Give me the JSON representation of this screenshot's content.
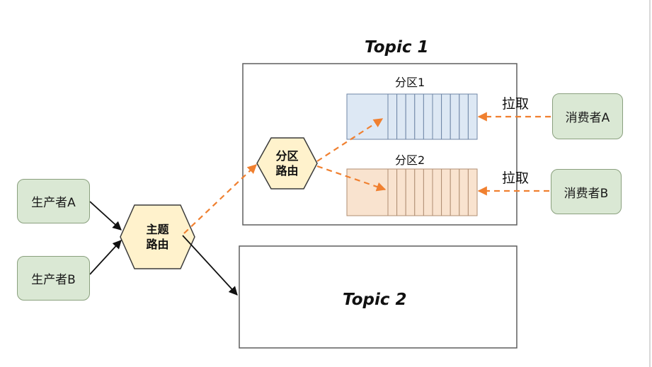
{
  "producers": [
    {
      "label": "生产者A"
    },
    {
      "label": "生产者B"
    }
  ],
  "topic_router": {
    "line1": "主题",
    "line2": "路由"
  },
  "partition_router": {
    "line1": "分区",
    "line2": "路由"
  },
  "topics": [
    {
      "title": "Topic 1"
    },
    {
      "title": "Topic 2"
    }
  ],
  "partitions": [
    {
      "label": "分区1",
      "fill": "#dde8f4",
      "stroke": "#6f86a6"
    },
    {
      "label": "分区2",
      "fill": "#f9e3cf",
      "stroke": "#b08e72"
    }
  ],
  "consumers": [
    {
      "label": "消费者A",
      "pull_label": "拉取"
    },
    {
      "label": "消费者B",
      "pull_label": "拉取"
    }
  ],
  "colors": {
    "node_fill": "#dae8d4",
    "node_border": "#8aa07e",
    "router_fill": "#fff2cc",
    "router_border": "#3a3a3a",
    "dashed_arrow": "#f08030",
    "solid_arrow": "#111111"
  }
}
